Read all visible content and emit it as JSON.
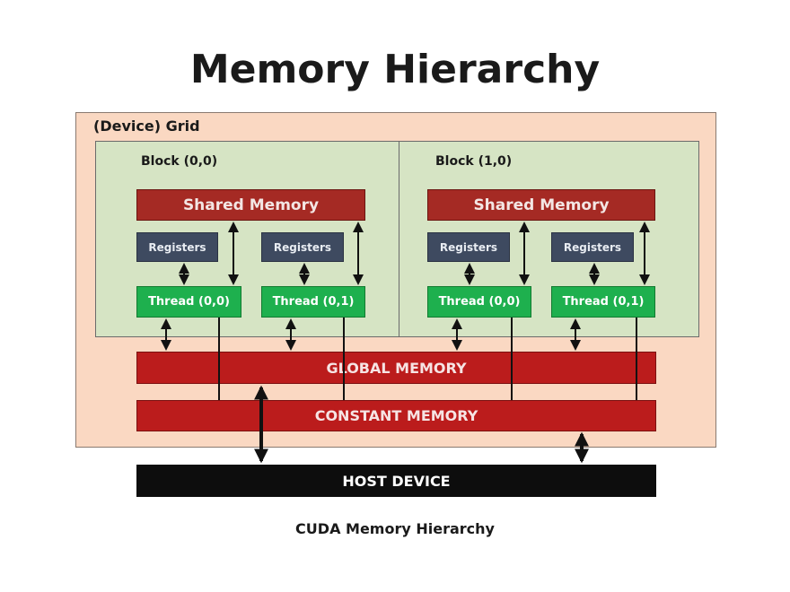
{
  "title": "Memory Hierarchy",
  "grid_label": "(Device) Grid",
  "blocks": [
    {
      "label": "Block (0,0)",
      "shared_memory": "Shared Memory",
      "registers": [
        "Registers",
        "Registers"
      ],
      "threads": [
        "Thread (0,0)",
        "Thread (0,1)"
      ]
    },
    {
      "label": "Block (1,0)",
      "shared_memory": "Shared Memory",
      "registers": [
        "Registers",
        "Registers"
      ],
      "threads": [
        "Thread (0,0)",
        "Thread (0,1)"
      ]
    }
  ],
  "global_memory": "GLOBAL MEMORY",
  "constant_memory": "CONSTANT MEMORY",
  "host_device": "HOST DEVICE",
  "caption": "CUDA Memory Hierarchy",
  "colors": {
    "grid_fill": "#fad8c2",
    "block_fill": "#d6e4c4",
    "shared_memory": "#a52a24",
    "registers": "#3e4a60",
    "thread": "#1eb04e",
    "global_memory": "#bb1c1c",
    "constant_memory": "#bb1c1c",
    "host_device": "#0d0d0d"
  }
}
